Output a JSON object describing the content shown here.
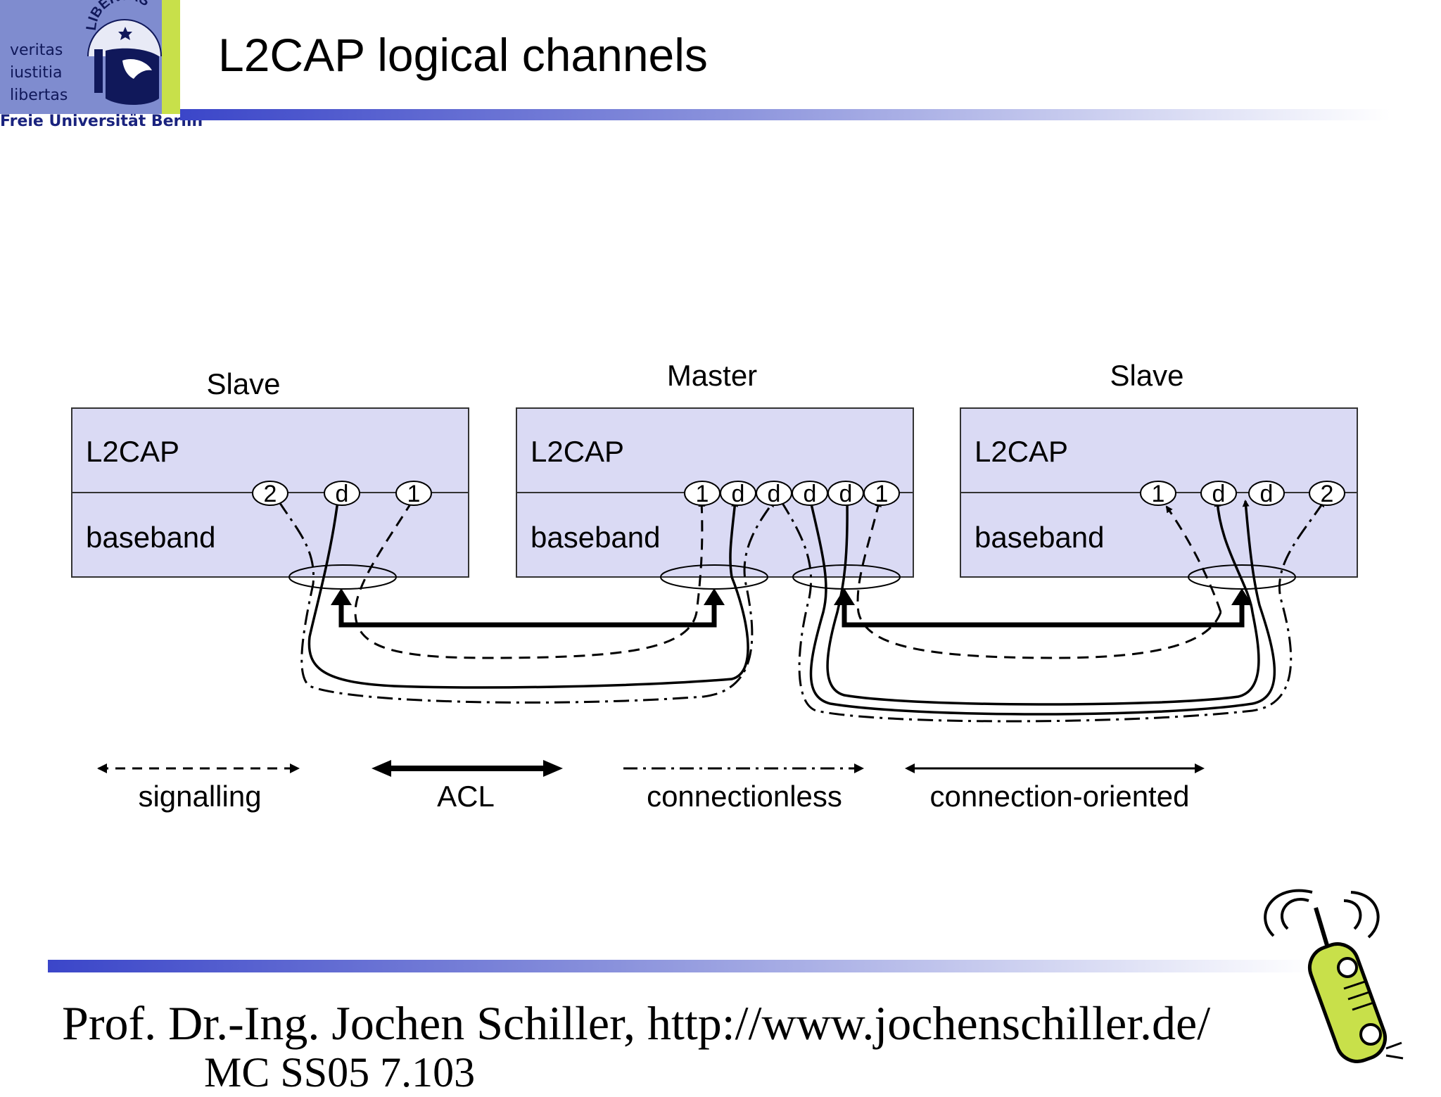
{
  "header": {
    "title": "L2CAP logical channels",
    "logo": {
      "motto": [
        "veritas",
        "iustitia",
        "libertas"
      ],
      "seal_text": "LIBERTAS",
      "university": "Freie Universität Berlin"
    }
  },
  "diagram": {
    "devices": [
      {
        "role": "Slave",
        "upper_layer": "L2CAP",
        "lower_layer": "baseband",
        "channel_endpoints": [
          "2",
          "d",
          "1"
        ]
      },
      {
        "role": "Master",
        "upper_layer": "L2CAP",
        "lower_layer": "baseband",
        "channel_endpoints": [
          "1",
          "d",
          "d",
          "d",
          "d",
          "1"
        ]
      },
      {
        "role": "Slave",
        "upper_layer": "L2CAP",
        "lower_layer": "baseband",
        "channel_endpoints": [
          "1",
          "d",
          "d",
          "2"
        ]
      }
    ],
    "legend": [
      {
        "label": "signalling",
        "line": "dashed"
      },
      {
        "label": "ACL",
        "line": "thick-solid"
      },
      {
        "label": "connectionless",
        "line": "dash-dot"
      },
      {
        "label": "connection-oriented",
        "line": "solid"
      }
    ]
  },
  "footer": {
    "line1": "Prof. Dr.-Ing. Jochen Schiller, http://www.jochenschiller.de/",
    "line2": "MC SS05        7.103"
  },
  "colors": {
    "box_fill": "#dadaf4",
    "bar_start": "#3b46c9",
    "logo_blue": "#7f8ccf",
    "logo_green": "#c8e04a"
  }
}
